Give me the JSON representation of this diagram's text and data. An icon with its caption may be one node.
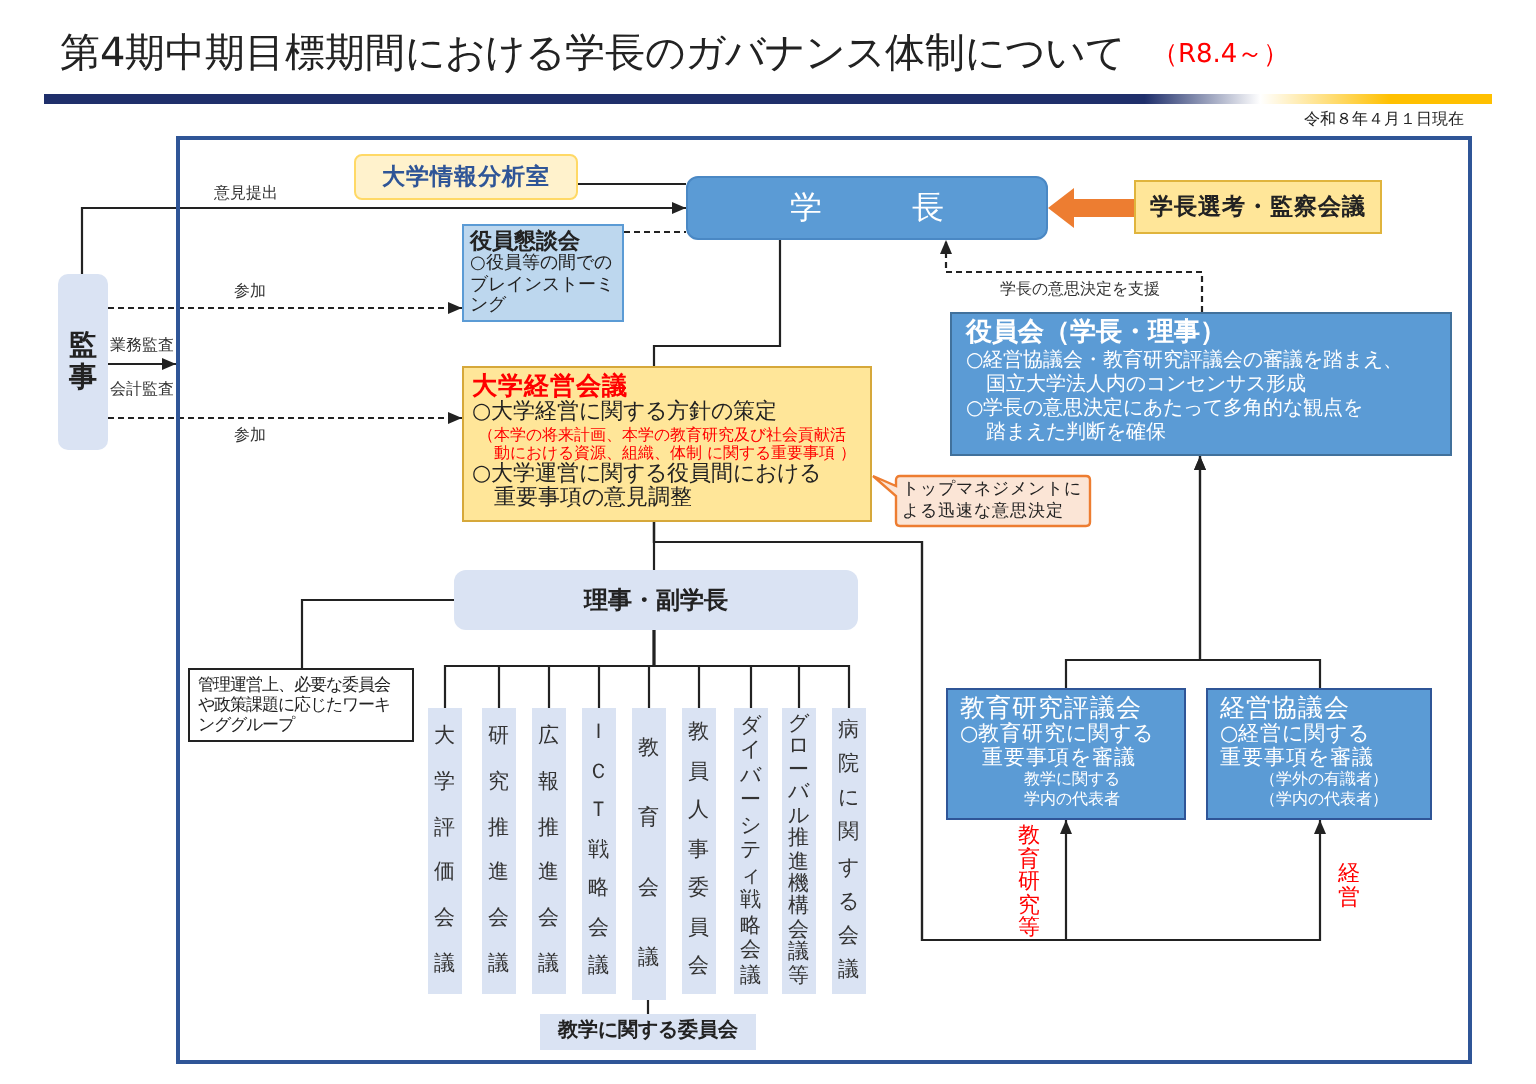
{
  "diagram": {
    "title": "第4期中期目標期間における学長のガバナンス体制について",
    "nodes": [
      {
        "text": [],
        "shape": "box"
      },
      {
        "text": [
          "大学情報分析室"
        ],
        "in": 0
      },
      {
        "text": [
          "学　長"
        ],
        "in": 0
      },
      {
        "text": [
          "学長選考・監察会議"
        ],
        "in": 0
      },
      {
        "text": [
          "役員懇談会",
          "○役員等の間でのブレインストーミング"
        ],
        "in": 0
      },
      {
        "text": [
          "監事"
        ]
      },
      {
        "text": [
          "役員会（学長・理事）",
          "○経営協議会・教育研究評議会の審議を踏まえ、国立大学法人内のコンセンサス形成",
          "○学長の意思決定にあたって多角的な観点を踏まえた判断を確保"
        ],
        "in": 0
      },
      {
        "text": [
          "大学経営会議",
          "○大学経営に関する方針の策定",
          "（本学の将来計画、本学の教育研究及び社会貢献活動における資源、組織、体制 に関する重要事項 ）",
          "○大学運営に関する役員間における重要事項の意見調整"
        ],
        "in": 0
      },
      {
        "text": [
          "トップマネジメントによる迅速な意思決定"
        ],
        "in": 0
      },
      {
        "text": [
          "理事・副学長"
        ],
        "in": 0
      },
      {
        "text": [
          "管理運営上、必要な委員会や政策課題に応じたワーキンググループ"
        ],
        "in": 0
      },
      {
        "text": [
          "大学評価会議"
        ],
        "in": 0
      },
      {
        "text": [
          "研究推進会議"
        ],
        "in": 0
      },
      {
        "text": [
          "広報推進会議"
        ],
        "in": 0
      },
      {
        "text": [
          "ＩＣＴ戦略会議"
        ],
        "in": 0
      },
      {
        "text": [
          "教育会議"
        ],
        "in": 0
      },
      {
        "text": [
          "教員人事委員会"
        ],
        "in": 0
      },
      {
        "text": [
          "ダイバーシティ戦略会議"
        ],
        "in": 0
      },
      {
        "text": [
          "グローバル推進機構会議等"
        ],
        "in": 0
      },
      {
        "text": [
          "病院に関する会議"
        ],
        "in": 0
      },
      {
        "text": [
          "教育研究評議会",
          "○教育研究に関する重要事項を審議",
          "教学に関する学内の代表者"
        ],
        "in": 0
      },
      {
        "text": [
          "経営協議会",
          "○経営に関する重要事項を審議",
          "（学外の有識者）",
          "（学内の代表者）"
        ],
        "in": 0
      },
      {
        "text": [
          "教学に関する委員会"
        ],
        "in": 0
      }
    ],
    "edges": [
      {
        "from": 5,
        "to": 2,
        "arrow": "to",
        "label": "意見提出"
      },
      {
        "from": 1,
        "to": 2,
        "arrow": "none"
      },
      {
        "from": 3,
        "to": 2,
        "arrow": "to",
        "style": "thick",
        "color": "#ed7d31"
      },
      {
        "from": 4,
        "to": 2,
        "arrow": "none",
        "style": "dashed"
      },
      {
        "from": 5,
        "to": 4,
        "arrow": "to",
        "style": "dashed",
        "label": "参加"
      },
      {
        "from": 5,
        "to": 0,
        "arrow": "to",
        "label": "業務監査"
      },
      {
        "from": 5,
        "to": 7,
        "arrow": "to",
        "style": "dashed",
        "label": "参加"
      },
      {
        "from": 6,
        "to": 2,
        "arrow": "to",
        "style": "dashed",
        "label": "学長の意思決定を支援"
      },
      {
        "from": 2,
        "to": 7,
        "arrow": "none"
      },
      {
        "from": 7,
        "to": 9,
        "arrow": "none"
      },
      {
        "from": 7,
        "to": 20,
        "arrow": "to",
        "label": "教育研究等"
      },
      {
        "from": 7,
        "to": 21,
        "arrow": "to",
        "label": "経営"
      },
      {
        "from": 20,
        "to": 6,
        "arrow": "to"
      },
      {
        "from": 21,
        "to": 6,
        "arrow": "to"
      },
      {
        "from": 9,
        "to": 10,
        "arrow": "none"
      },
      {
        "from": 9,
        "to": 11,
        "arrow": "none"
      },
      {
        "from": 9,
        "to": 12,
        "arrow": "none"
      },
      {
        "from": 9,
        "to": 13,
        "arrow": "none"
      },
      {
        "from": 9,
        "to": 14,
        "arrow": "none"
      },
      {
        "from": 9,
        "to": 15,
        "arrow": "none"
      },
      {
        "from": 9,
        "to": 16,
        "arrow": "none"
      },
      {
        "from": 9,
        "to": 17,
        "arrow": "none"
      },
      {
        "from": 9,
        "to": 18,
        "arrow": "none"
      },
      {
        "from": 9,
        "to": 19,
        "arrow": "none"
      },
      {
        "from": 15,
        "to": 22,
        "arrow": "none"
      }
    ],
    "labels": [
      "（R8.4～）",
      "令和８年４月１日現在",
      "会計監査"
    ]
  }
}
